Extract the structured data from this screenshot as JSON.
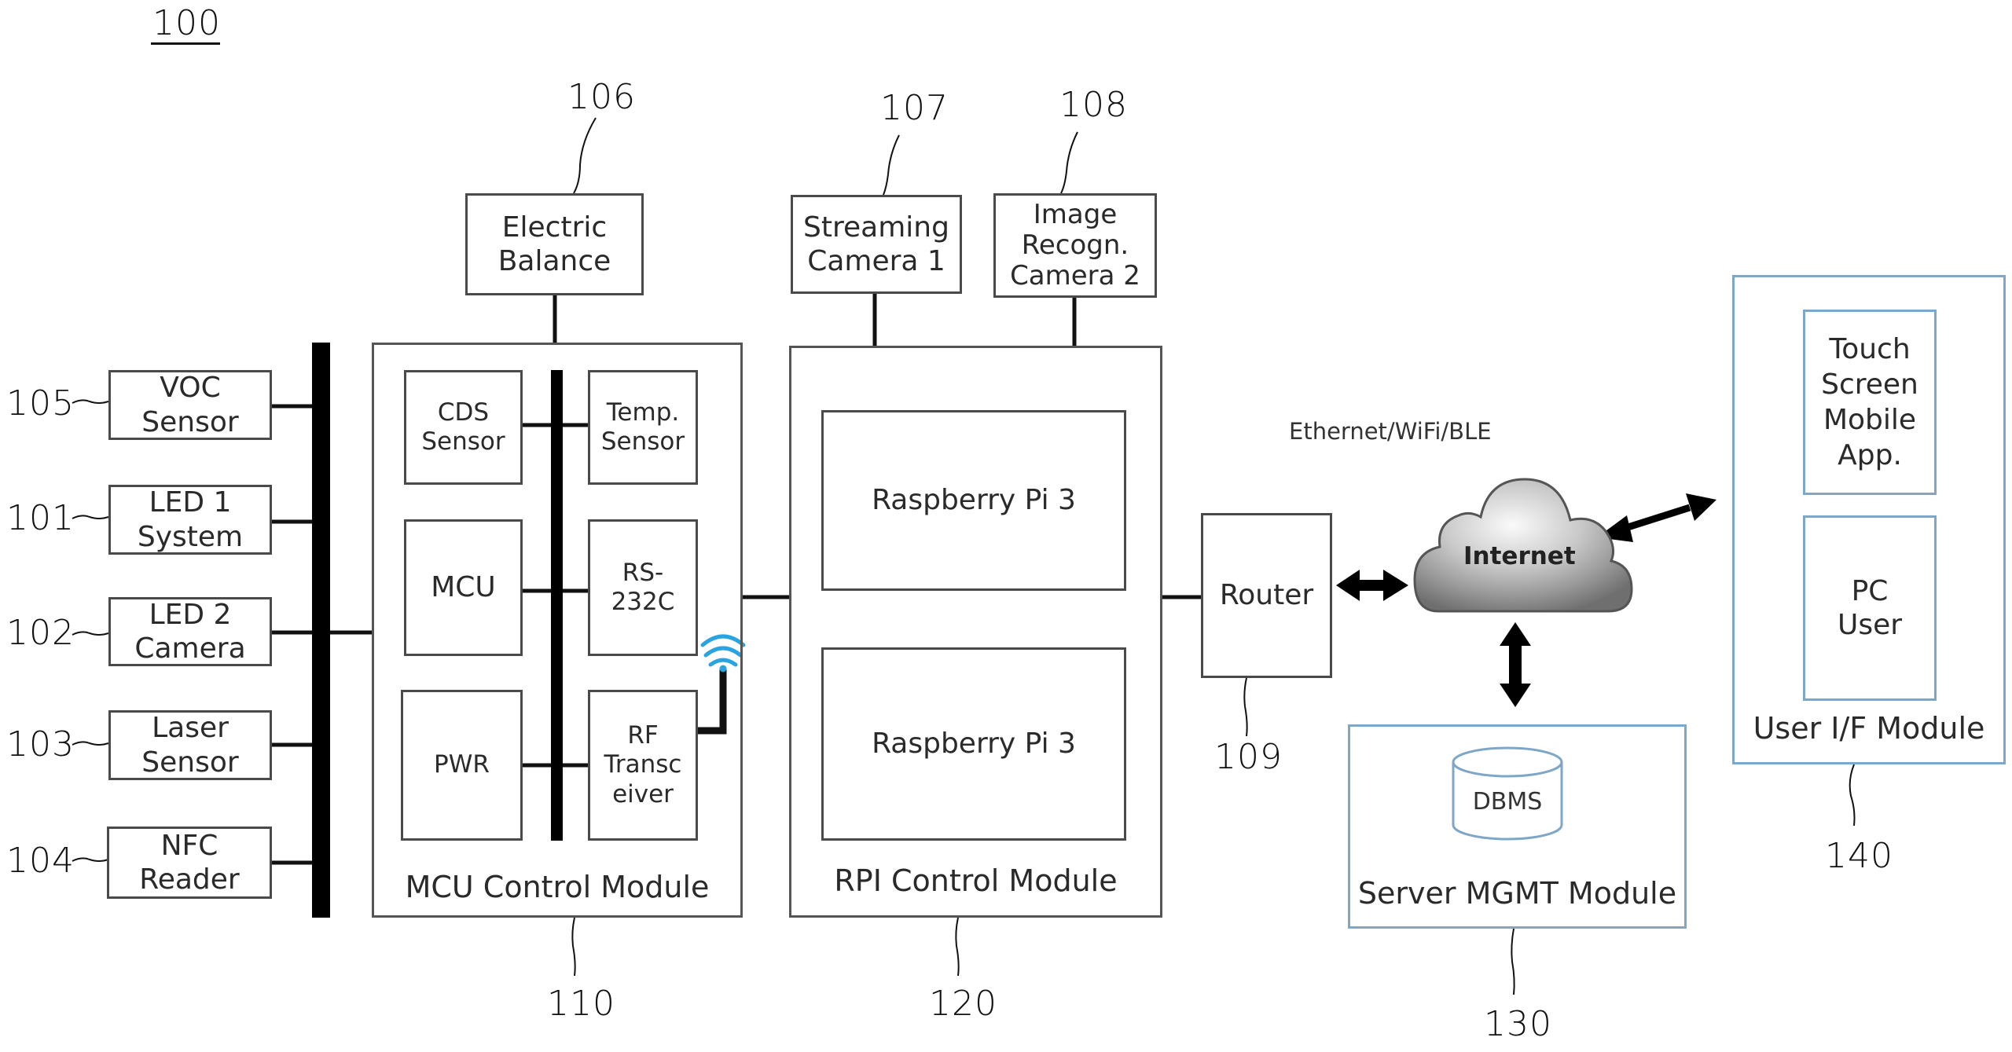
{
  "figure": {
    "ref_number": "100"
  },
  "peripherals": [
    {
      "ref": "105",
      "label": "VOC\nSensor"
    },
    {
      "ref": "101",
      "label": "LED 1\nSystem"
    },
    {
      "ref": "102",
      "label": "LED 2\nCamera"
    },
    {
      "ref": "103",
      "label": "Laser\nSensor"
    },
    {
      "ref": "104",
      "label": "NFC\nReader"
    }
  ],
  "electric_balance": {
    "ref": "106",
    "label": "Electric\nBalance"
  },
  "mcu_module": {
    "ref": "110",
    "label": "MCU Control Module",
    "blocks": {
      "cds": "CDS\nSensor",
      "temp": "Temp.\nSensor",
      "mcu": "MCU",
      "rs232": "RS-\n232C",
      "pwr": "PWR",
      "rf": "RF\nTransc\neiver"
    },
    "antenna_color": "#2aa4e0"
  },
  "cameras": [
    {
      "ref": "107",
      "label": "Streaming\nCamera 1"
    },
    {
      "ref": "108",
      "label": "Image\nRecogn.\nCamera 2"
    }
  ],
  "rpi_module": {
    "ref": "120",
    "label": "RPI Control Module",
    "boards": [
      "Raspberry Pi 3",
      "Raspberry Pi 3"
    ]
  },
  "router": {
    "ref": "109",
    "label": "Router"
  },
  "network": {
    "protocols_label": "Ethernet/WiFi/BLE",
    "cloud_label": "Internet"
  },
  "server_module": {
    "ref": "130",
    "label": "Server MGMT Module",
    "db_label": "DBMS"
  },
  "user_if_module": {
    "ref": "140",
    "label": "User I/F Module",
    "items": [
      "Touch\nScreen\nMobile\nApp.",
      "PC\nUser"
    ]
  },
  "colors": {
    "module_border_blue": "#7ea6c8",
    "wifi_icon": "#2aa4e0"
  }
}
